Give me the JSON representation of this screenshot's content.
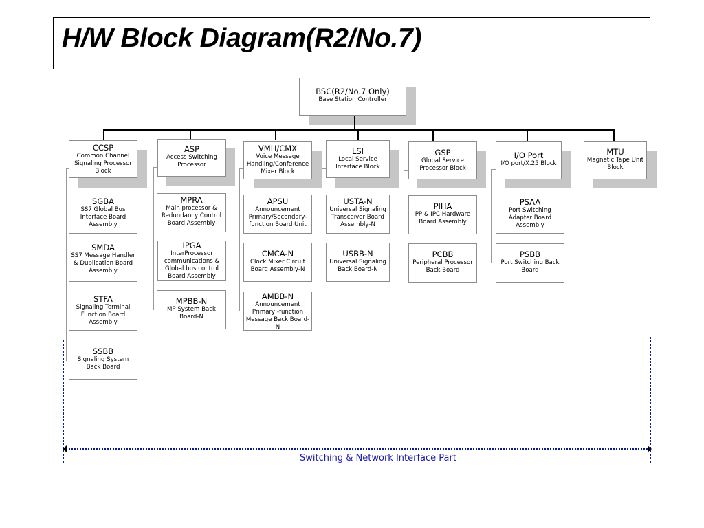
{
  "title": "H/W Block Diagram(R2/No.7)",
  "root": {
    "abbr": "BSC(R2/No.7 Only)",
    "desc": "Base Station Controller"
  },
  "blocks": {
    "ccsp": {
      "abbr": "CCSP",
      "desc": "Common Channel Signaling Processor Block"
    },
    "asp": {
      "abbr": "ASP",
      "desc": "Access Switching Processor"
    },
    "vmh": {
      "abbr": "VMH/CMX",
      "desc": "Voice Message Handling/Conference Mixer Block"
    },
    "lsi": {
      "abbr": "LSI",
      "desc": "Local Service Interface Block"
    },
    "gsp": {
      "abbr": "GSP",
      "desc": "Global Service Processor Block"
    },
    "io": {
      "abbr": "I/O Port",
      "desc": "I/O port/X.25 Block"
    },
    "mtu": {
      "abbr": "MTU",
      "desc": "Magnetic Tape Unit Block"
    }
  },
  "boards": {
    "sgba": {
      "abbr": "SGBA",
      "desc": "SS7 Global Bus Interface Board Assembly"
    },
    "smda": {
      "abbr": "SMDA",
      "desc": "SS7 Message Handler & Duplication Board Assembly"
    },
    "stfa": {
      "abbr": "STFA",
      "desc": "Signaling Terminal Function Board Assembly"
    },
    "ssbb": {
      "abbr": "SSBB",
      "desc": "Signaling System Back Board"
    },
    "mpra": {
      "abbr": "MPRA",
      "desc": "Main processor & Redundancy Control Board Assembly"
    },
    "ipga": {
      "abbr": "IPGA",
      "desc": "InterProcessor communications & Global bus control Board Assembly"
    },
    "mpbb": {
      "abbr": "MPBB-N",
      "desc": "MP System Back Board-N"
    },
    "apsu": {
      "abbr": "APSU",
      "desc": "Announcement Primary/Secondary-function Board Unit"
    },
    "cmca": {
      "abbr": "CMCA-N",
      "desc": "Clock Mixer Circuit Board Assembly-N"
    },
    "ambb": {
      "abbr": "AMBB-N",
      "desc": "Announcement Primary -function Message Back Board-N"
    },
    "usta": {
      "abbr": "USTA-N",
      "desc": "Universal Signaling Transceiver Board Assembly-N"
    },
    "usbb": {
      "abbr": "USBB-N",
      "desc": "Universal Signaling Back Board-N"
    },
    "piha": {
      "abbr": "PIHA",
      "desc": "PP & IPC Hardware Board Assembly"
    },
    "pcbb": {
      "abbr": "PCBB",
      "desc": "Peripheral Processor Back Board"
    },
    "psaa": {
      "abbr": "PSAA",
      "desc": "Port Switching Adapter Board Assembly"
    },
    "psbb": {
      "abbr": "PSBB",
      "desc": "Port Switching Back Board"
    }
  },
  "footer": {
    "caption": "Switching & Network Interface Part"
  },
  "colors": {
    "caption": "#1a1aa6",
    "dashed_lines": "#0a1a8c",
    "shadow": "#c6c6c6"
  }
}
